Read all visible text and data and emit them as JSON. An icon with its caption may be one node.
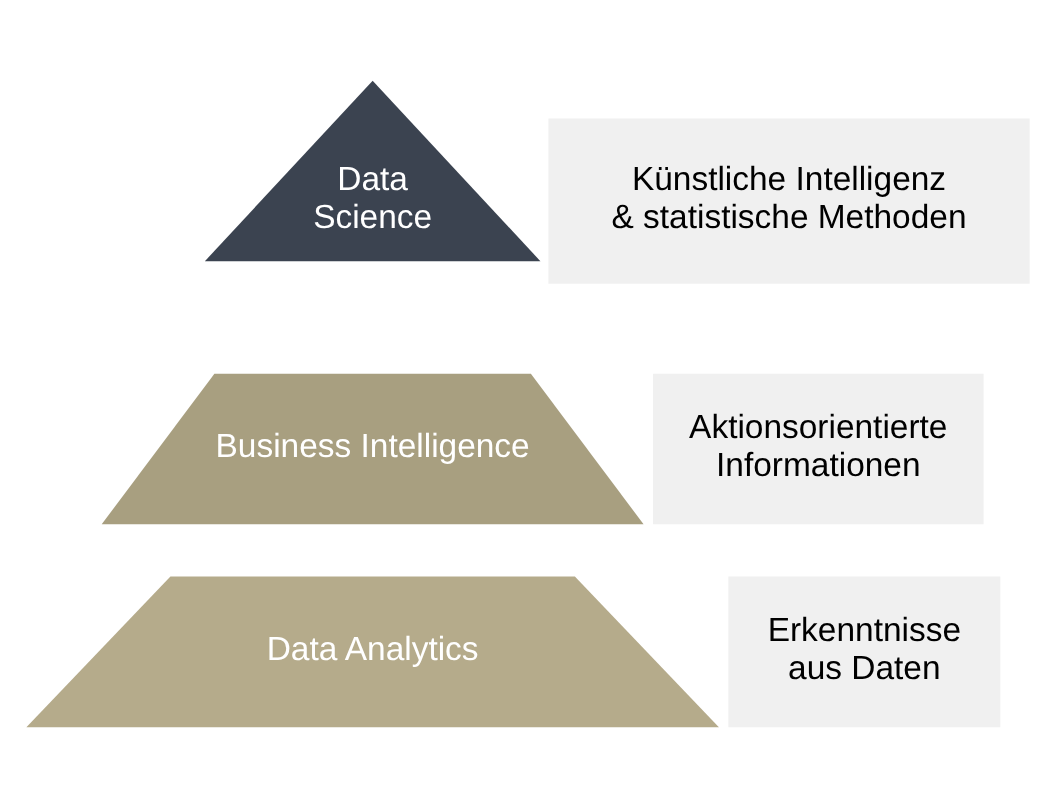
{
  "diagram": {
    "nodes": [
      {
        "text": [
          "Data Science"
        ]
      },
      {
        "text": [
          "Künstliche Intelligenz & statistische Methoden"
        ]
      },
      {
        "text": [
          "Business Intelligence"
        ]
      },
      {
        "text": [
          "Aktionsorientierte Informationen"
        ]
      },
      {
        "text": [
          "Data Analytics"
        ]
      },
      {
        "text": [
          "Erkenntnisse aus Daten"
        ]
      }
    ],
    "edges": []
  }
}
